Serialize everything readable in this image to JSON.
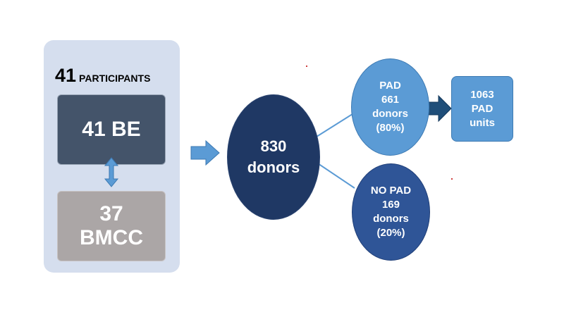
{
  "participants": {
    "count": "41",
    "label": "PARTICIPANTS"
  },
  "be_box": {
    "label": "41 BE"
  },
  "bmcc_box": {
    "line1": "37",
    "line2": "BMCC"
  },
  "donors_node": {
    "line1": "830",
    "line2": "donors"
  },
  "pad_node": {
    "line1": "PAD",
    "line2": "661",
    "line3": "donors",
    "line4": "(80%)"
  },
  "nopad_node": {
    "line1": "NO PAD",
    "line2": "169",
    "line3": "donors",
    "line4": "(20%)"
  },
  "units_node": {
    "line1": "1063",
    "line2": "PAD",
    "line3": "units"
  },
  "colors": {
    "panel": "#d5deee",
    "be": "#44546a",
    "bmcc": "#aba6a6",
    "donors": "#1f3864",
    "pad": "#5b9bd5",
    "nopad": "#2f5597",
    "arrow_light": "#5b9bd5",
    "arrow_dark": "#1f4e79"
  }
}
